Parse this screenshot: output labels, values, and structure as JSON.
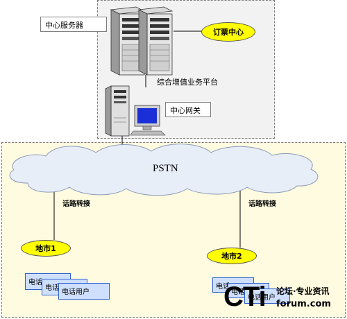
{
  "labels": {
    "center_server": "中心服务器",
    "ticket_center": "订票中心",
    "value_platform": "综合增值业务平台",
    "center_gateway": "中心网关",
    "pstn": "PSTN",
    "route_switch_left": "话路转接",
    "route_switch_right": "话路转接",
    "city1": "地市1",
    "city2": "地市2",
    "phone_user_1a": "电话",
    "phone_user_1b": "电话",
    "phone_user_1c": "电话用户",
    "phone_user_2a": "电话",
    "phone_user_2b": "电话",
    "phone_user_2c": "电话用户"
  },
  "watermark": {
    "brand": "CTi",
    "site": "forum.com",
    "tagline": "论坛·专业资讯"
  },
  "colors": {
    "top_region_bg": "#f2f2f2",
    "bottom_region_bg": "#fffbe0",
    "ellipse_fill": "#ffff00",
    "card_fill": "#cfe0ff",
    "card_border": "#2f5fd0",
    "cloud_fill": "#e8eef8"
  }
}
